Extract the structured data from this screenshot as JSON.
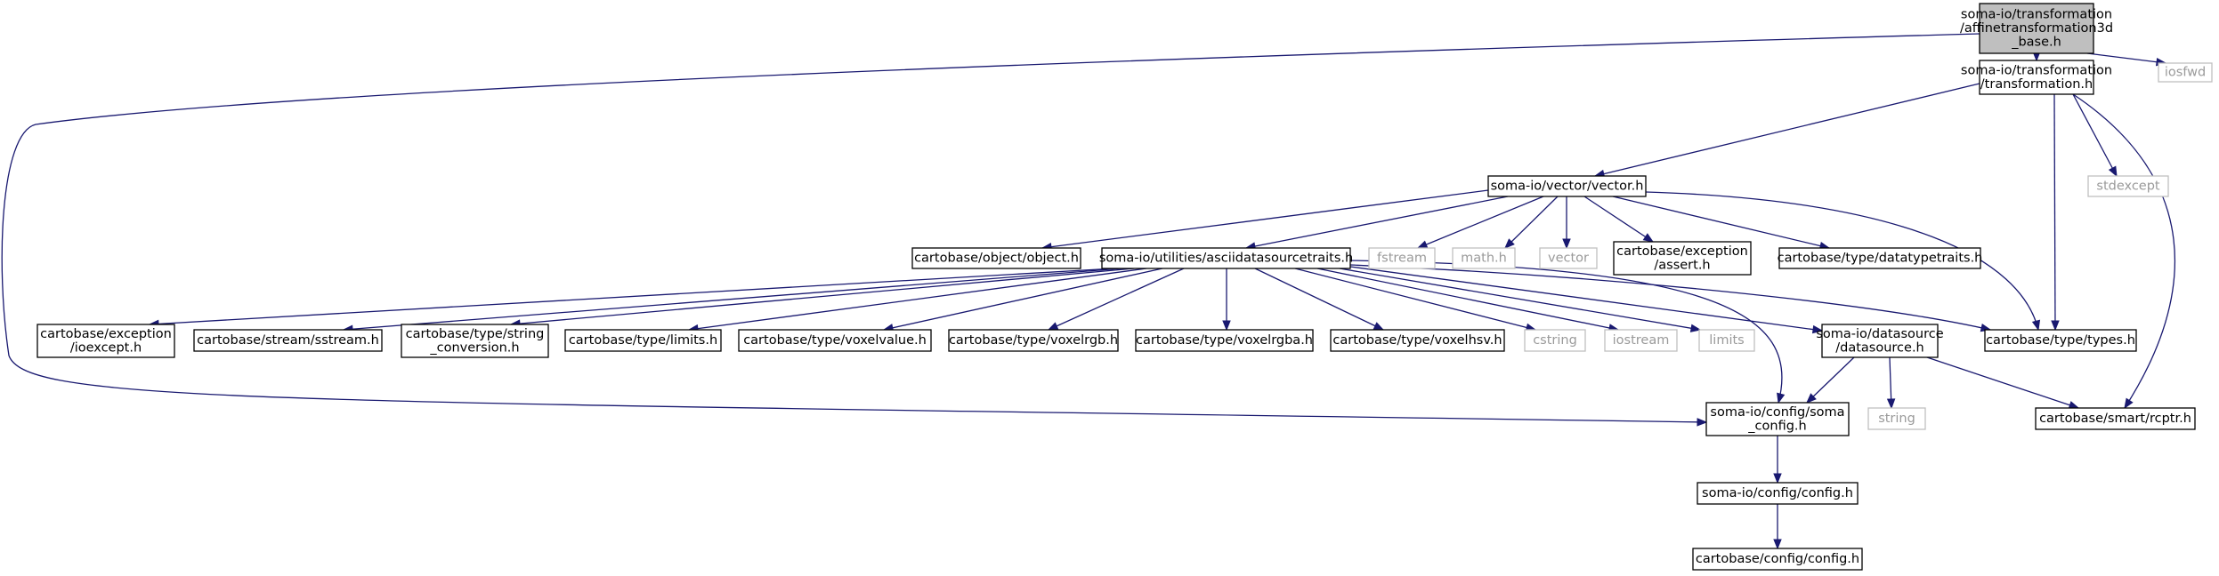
{
  "colors": {
    "edge": "#191970",
    "root_fill": "#bfbfbf",
    "node_border": "#000000",
    "system_border": "#bfbfbf",
    "system_text": "#9a9a9a"
  },
  "nodes": [
    {
      "id": "root",
      "lines": [
        "soma-io/transformation",
        "/affinetransformation3d",
        "_base.h"
      ],
      "kind": "root"
    },
    {
      "id": "iosfwd",
      "lines": [
        "iosfwd"
      ],
      "kind": "sys"
    },
    {
      "id": "transformation",
      "lines": [
        "soma-io/transformation",
        "/transformation.h"
      ],
      "kind": "local"
    },
    {
      "id": "vector",
      "lines": [
        "soma-io/vector/vector.h"
      ],
      "kind": "local"
    },
    {
      "id": "stdexcept",
      "lines": [
        "stdexcept"
      ],
      "kind": "sys"
    },
    {
      "id": "object",
      "lines": [
        "cartobase/object/object.h"
      ],
      "kind": "local"
    },
    {
      "id": "ascii",
      "lines": [
        "soma-io/utilities/asciidatasourcetraits.h"
      ],
      "kind": "local"
    },
    {
      "id": "fstream",
      "lines": [
        "fstream"
      ],
      "kind": "sys"
    },
    {
      "id": "math",
      "lines": [
        "math.h"
      ],
      "kind": "sys"
    },
    {
      "id": "stdvector",
      "lines": [
        "vector"
      ],
      "kind": "sys"
    },
    {
      "id": "assert",
      "lines": [
        "cartobase/exception",
        "/assert.h"
      ],
      "kind": "local"
    },
    {
      "id": "datatypetraits",
      "lines": [
        "cartobase/type/datatypetraits.h"
      ],
      "kind": "local"
    },
    {
      "id": "ioexcept",
      "lines": [
        "cartobase/exception",
        "/ioexcept.h"
      ],
      "kind": "local"
    },
    {
      "id": "sstream",
      "lines": [
        "cartobase/stream/sstream.h"
      ],
      "kind": "local"
    },
    {
      "id": "strconv",
      "lines": [
        "cartobase/type/string",
        "_conversion.h"
      ],
      "kind": "local"
    },
    {
      "id": "limitsh",
      "lines": [
        "cartobase/type/limits.h"
      ],
      "kind": "local"
    },
    {
      "id": "voxelvalue",
      "lines": [
        "cartobase/type/voxelvalue.h"
      ],
      "kind": "local"
    },
    {
      "id": "voxelrgb",
      "lines": [
        "cartobase/type/voxelrgb.h"
      ],
      "kind": "local"
    },
    {
      "id": "voxelrgba",
      "lines": [
        "cartobase/type/voxelrgba.h"
      ],
      "kind": "local"
    },
    {
      "id": "voxelhsv",
      "lines": [
        "cartobase/type/voxelhsv.h"
      ],
      "kind": "local"
    },
    {
      "id": "cstring",
      "lines": [
        "cstring"
      ],
      "kind": "sys"
    },
    {
      "id": "iostream",
      "lines": [
        "iostream"
      ],
      "kind": "sys"
    },
    {
      "id": "limits",
      "lines": [
        "limits"
      ],
      "kind": "sys"
    },
    {
      "id": "datasource",
      "lines": [
        "soma-io/datasource",
        "/datasource.h"
      ],
      "kind": "local"
    },
    {
      "id": "types",
      "lines": [
        "cartobase/type/types.h"
      ],
      "kind": "local"
    },
    {
      "id": "somaconfig",
      "lines": [
        "soma-io/config/soma",
        "_config.h"
      ],
      "kind": "local"
    },
    {
      "id": "string",
      "lines": [
        "string"
      ],
      "kind": "sys"
    },
    {
      "id": "rcptr",
      "lines": [
        "cartobase/smart/rcptr.h"
      ],
      "kind": "local"
    },
    {
      "id": "configh",
      "lines": [
        "soma-io/config/config.h"
      ],
      "kind": "local"
    },
    {
      "id": "cbconfig",
      "lines": [
        "cartobase/config/config.h"
      ],
      "kind": "local"
    }
  ]
}
